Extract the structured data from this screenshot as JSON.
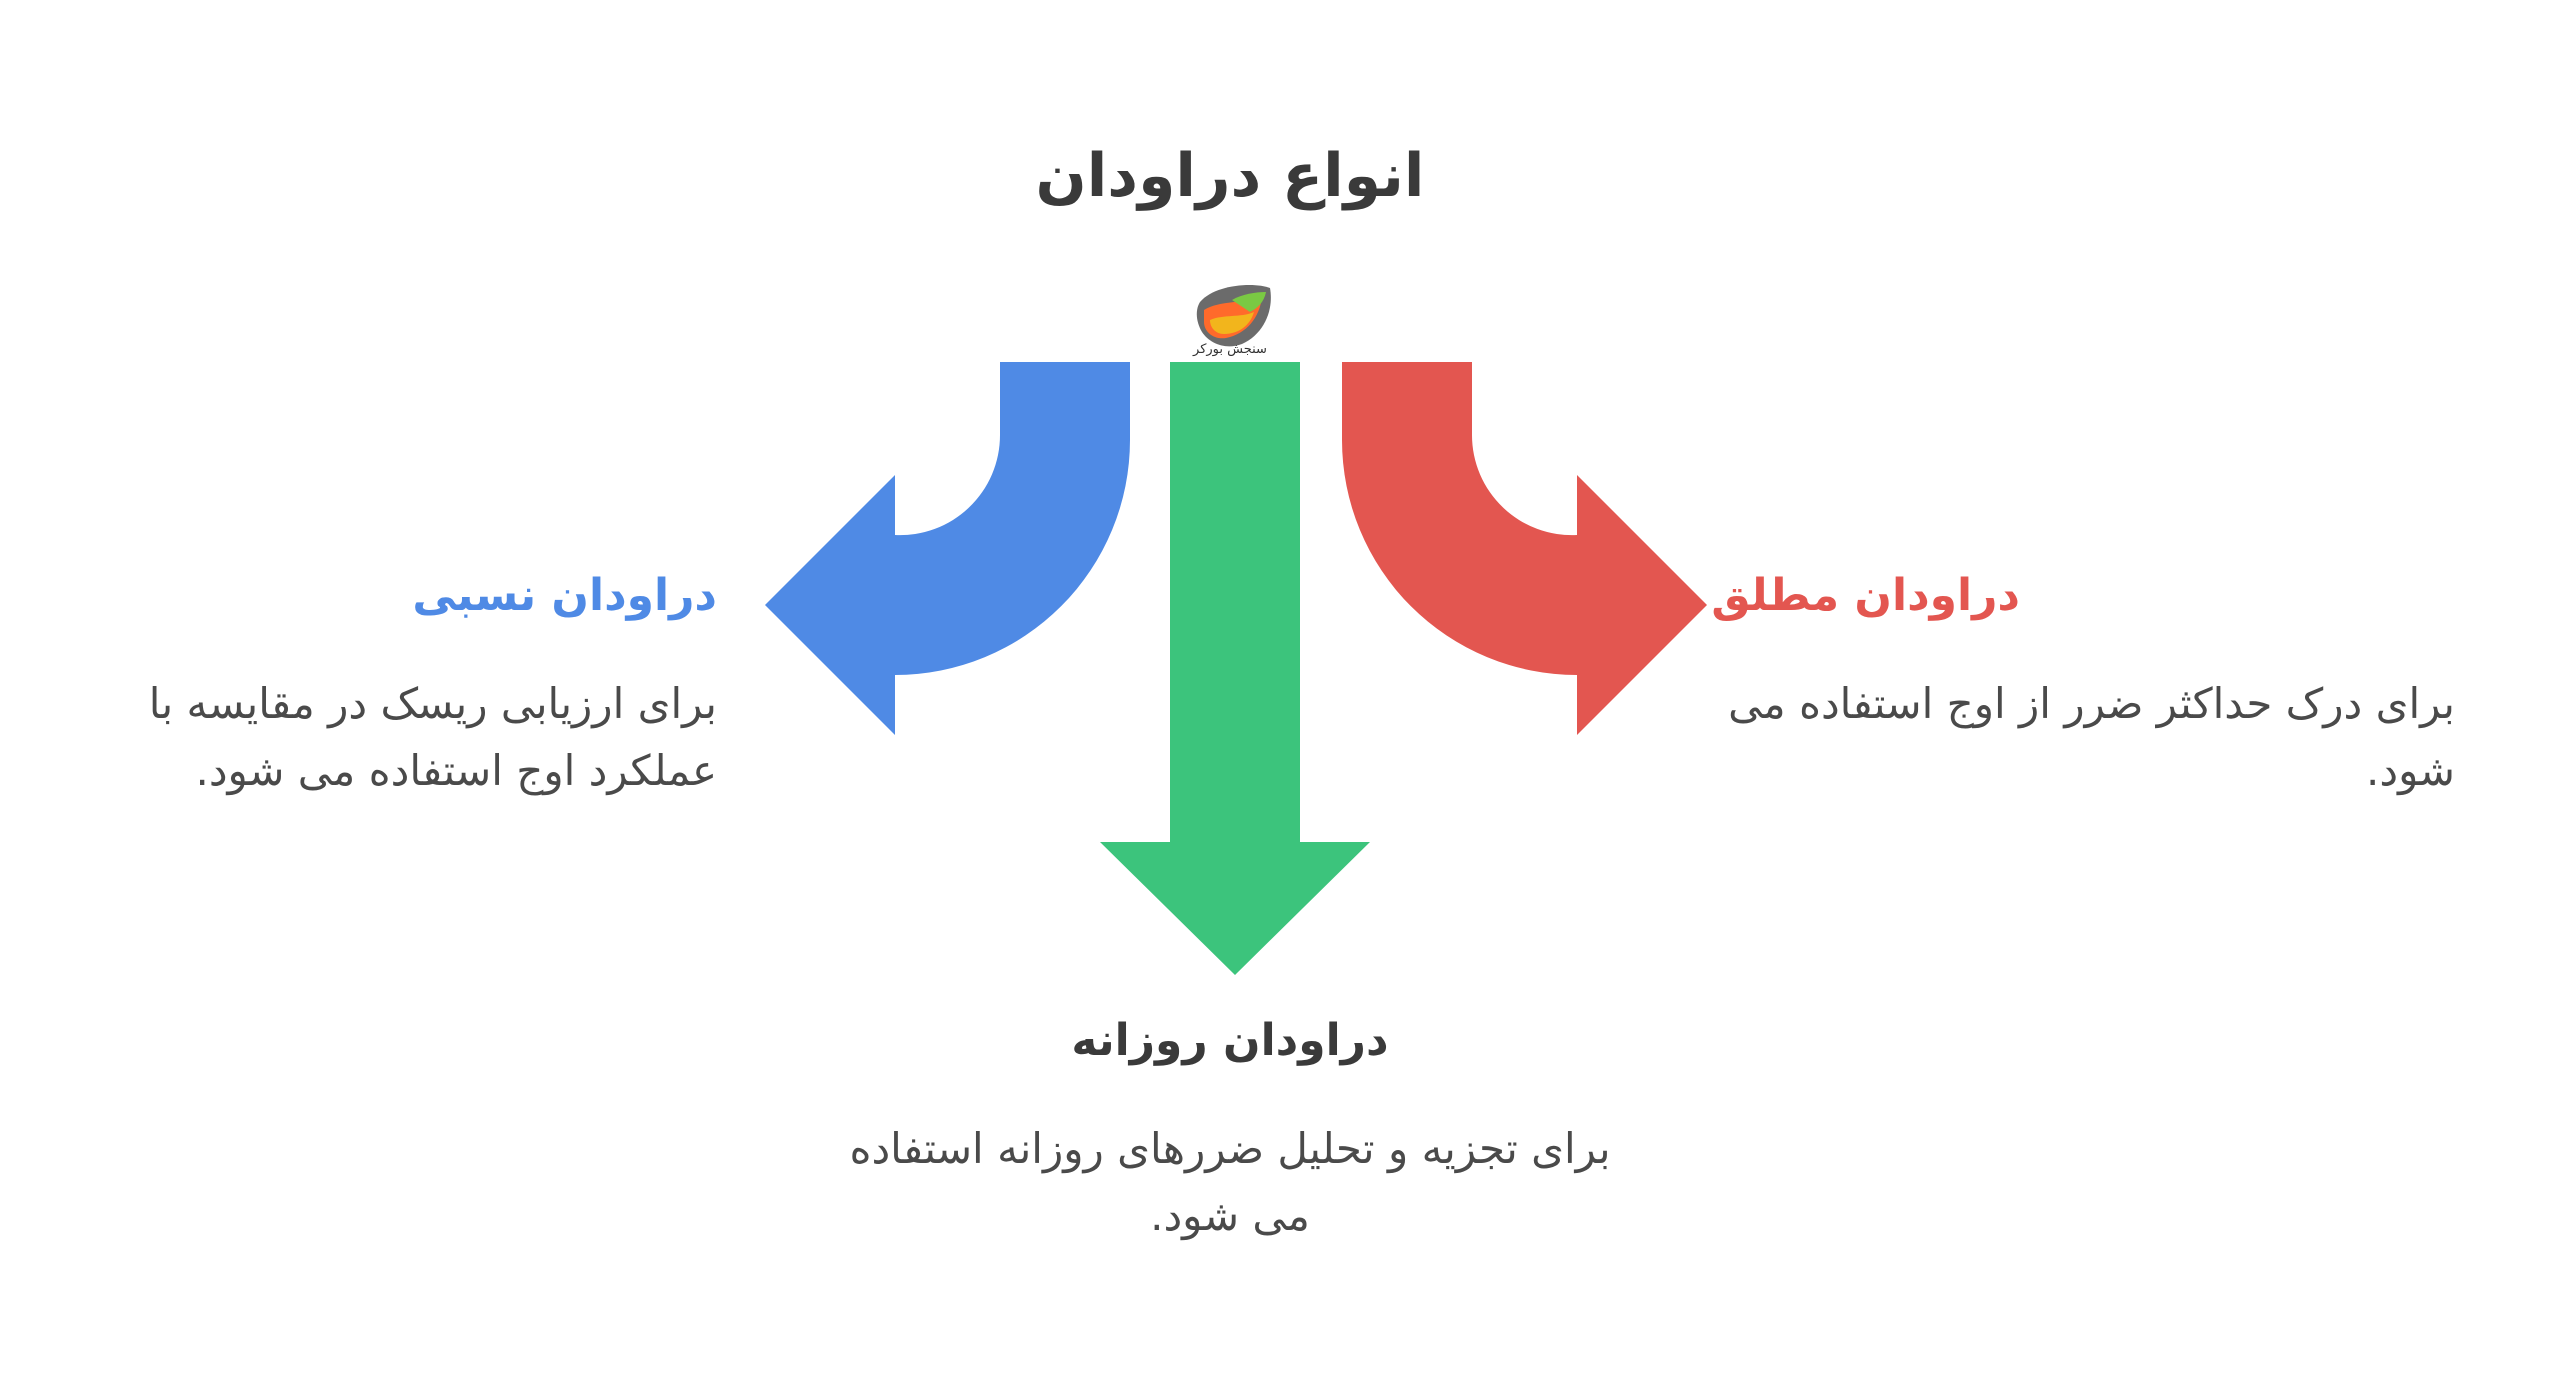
{
  "title": "انواع دراودان",
  "logo": {
    "caption": "سنجش بورکر",
    "colors": [
      "#6b6b6b",
      "#ff6a2b",
      "#f2b51c",
      "#7ac943"
    ]
  },
  "branches": {
    "relative": {
      "heading": "دراودان نسبی",
      "description": "برای ارزیابی ریسک در مقایسه با عملکرد اوج استفاده می شود.",
      "color": "#4f8ae5"
    },
    "daily": {
      "heading": "دراودان روزانه",
      "description": "برای تجزیه و تحلیل ضررهای روزانه استفاده می شود.",
      "color": "#3cc47c"
    },
    "absolute": {
      "heading": "دراودان مطلق",
      "description": "برای درک حداکثر ضرر از اوج استفاده می شود.",
      "color": "#e35650"
    }
  }
}
